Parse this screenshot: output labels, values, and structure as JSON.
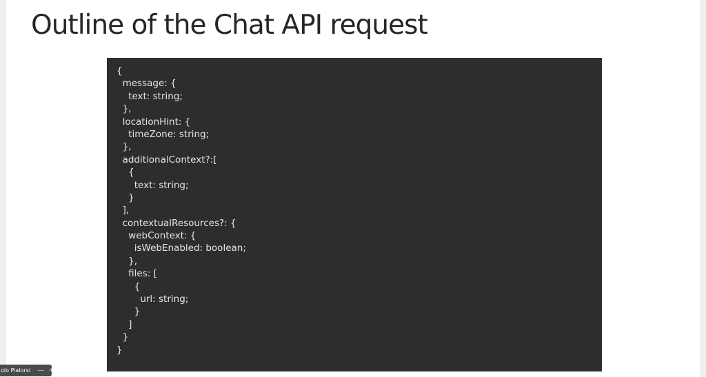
{
  "slide": {
    "title": "Outline of the Chat API request"
  },
  "code": {
    "lines": [
      "{",
      "  message: {",
      "    text: string;",
      "  },",
      "  locationHint: {",
      "    timeZone: string;",
      "  },",
      "  additionalContext?:[",
      "    {",
      "      text: string;",
      "    }",
      "  ],",
      "  contextualResources?: {",
      "    webContext: {",
      "      isWebEnabled: boolean;",
      "    },",
      "    files: [",
      "      {",
      "        url: string;",
      "      }",
      "    ]",
      "  }",
      "}"
    ]
  },
  "presenter": {
    "name": "olo Pialorsi",
    "minimize_label": "—",
    "add_label": "+"
  },
  "colors": {
    "code_background": "#2d2d2d",
    "code_text": "#e6e6e6",
    "title_text": "#262626"
  }
}
